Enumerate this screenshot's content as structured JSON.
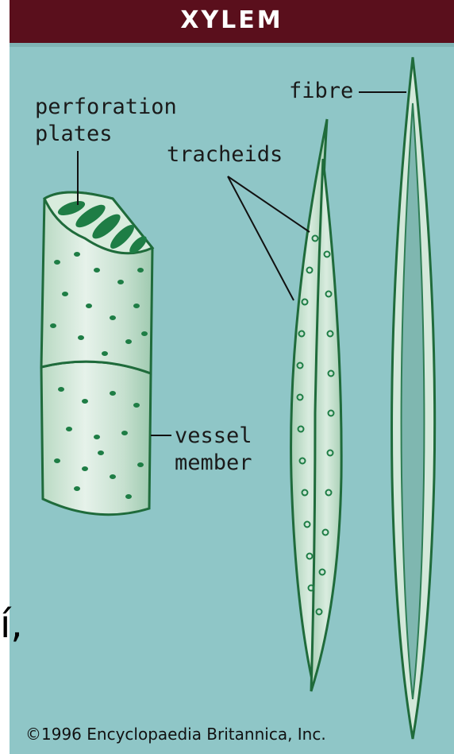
{
  "title": "XYLEM",
  "labels": {
    "perforation_plates": "perforation\nplates",
    "tracheids": "tracheids",
    "fibre": "fibre",
    "vessel_member": "vessel\nmember"
  },
  "credit": "©1996 Encyclopaedia Britannica, Inc.",
  "handwriting": "í,",
  "colors": {
    "header": "#5a0f1c",
    "background": "#8fc6c7",
    "cell_fill": "#cfe5d3",
    "outline": "#1f6b3b",
    "pits": "#1e7d45"
  }
}
